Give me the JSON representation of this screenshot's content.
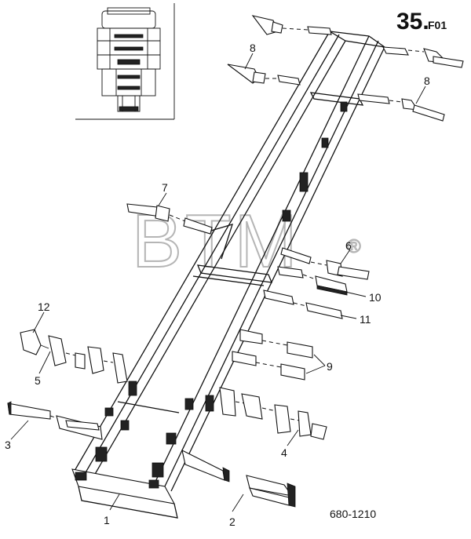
{
  "reference": {
    "main": "35.",
    "suffix": "F01"
  },
  "drawing_code": "680-1210",
  "watermark": {
    "text": "BTM",
    "mark": "®"
  },
  "callouts": [
    {
      "id": "c1",
      "text": "1"
    },
    {
      "id": "c2",
      "text": "2"
    },
    {
      "id": "c3",
      "text": "3"
    },
    {
      "id": "c4",
      "text": "4"
    },
    {
      "id": "c5",
      "text": "5"
    },
    {
      "id": "c6",
      "text": "6"
    },
    {
      "id": "c7",
      "text": "7"
    },
    {
      "id": "c8a",
      "text": "8"
    },
    {
      "id": "c8b",
      "text": "8"
    },
    {
      "id": "c9",
      "text": "9"
    },
    {
      "id": "c10",
      "text": "10"
    },
    {
      "id": "c11",
      "text": "11"
    },
    {
      "id": "c12",
      "text": "12"
    }
  ]
}
